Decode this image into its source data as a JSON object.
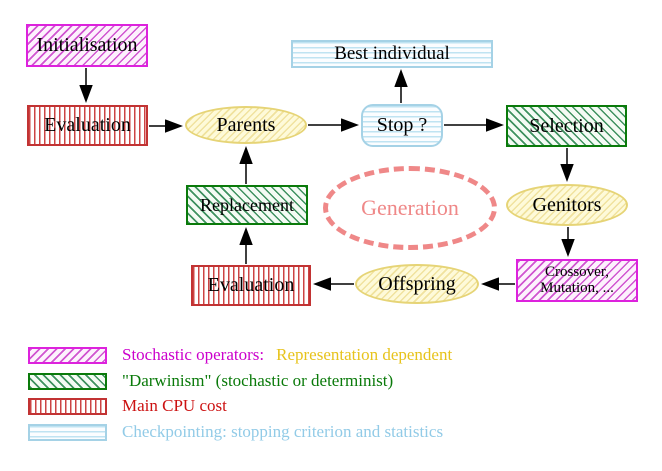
{
  "nodes": {
    "initialisation": "Initialisation",
    "evaluation_top": "Evaluation",
    "parents": "Parents",
    "best_individual": "Best individual",
    "stop": "Stop ?",
    "selection": "Selection",
    "genitors": "Genitors",
    "replacement": "Replacement",
    "generation": "Generation",
    "crossover_line1": "Crossover,",
    "crossover_line2": "Mutation, ...",
    "offspring": "Offspring",
    "evaluation_bottom": "Evaluation"
  },
  "legend": {
    "row1_label": "Stochastic operators:",
    "row1_extra": "Representation dependent",
    "row2_label": "\"Darwinism\" (stochastic or determinist)",
    "row3_label": "Main CPU cost",
    "row4_label": "Checkpointing: stopping criterion and statistics"
  },
  "colors": {
    "magenta": "#cc00cc",
    "green": "#0a7a0a",
    "red": "#cc1111",
    "light_blue": "#92cbe7",
    "gold": "#e7c31c",
    "coral": "#ef8888",
    "yellow_fill": "#fefad9"
  }
}
